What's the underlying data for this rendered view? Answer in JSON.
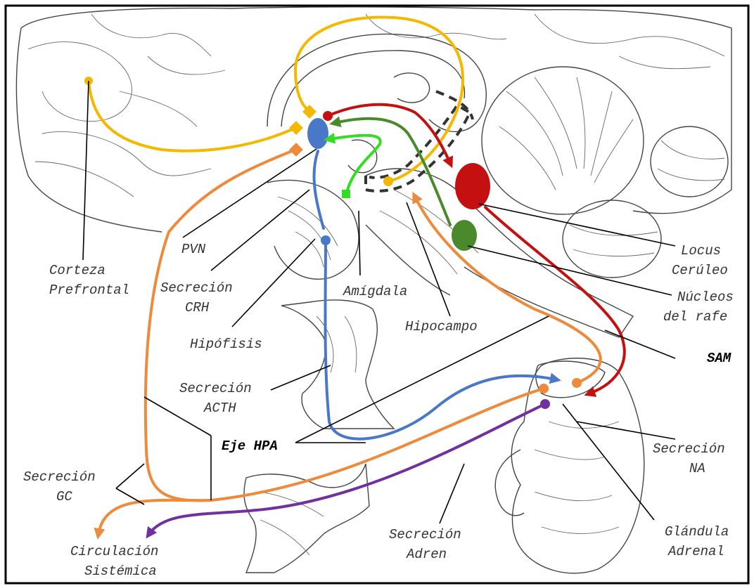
{
  "labels": {
    "corteza_prefrontal": [
      "Corteza",
      "Prefrontal"
    ],
    "pvn": "PVN",
    "secrecion_crh": [
      "Secreción",
      "CRH"
    ],
    "hipofisis": "Hipófisis",
    "amigdala": "Amígdala",
    "hipocampo": "Hipocampo",
    "secrecion_acth": [
      "Secreción",
      "ACTH"
    ],
    "eje_hpa": "Eje HPA",
    "secrecion_gc": [
      "Secreción",
      "GC"
    ],
    "circulacion_sistemica": [
      "Circulación",
      "Sistémica"
    ],
    "secrecion_adren": [
      "Secreción",
      "Adren"
    ],
    "locus_ceruleo": [
      "Locus",
      "Cerúleo"
    ],
    "nucleos_del_rafe": [
      "Núcleos",
      "del rafe"
    ],
    "sam": "SAM",
    "secrecion_na": [
      "Secreción",
      "NA"
    ],
    "glandula_adrenal": [
      "Glándula",
      "Adrenal"
    ]
  },
  "colors": {
    "prefrontal_path": "#f5b800",
    "hippocampus_path": "#f5b800",
    "glucocorticoid_path": "#ee8a3c",
    "hpa_path": "#4a78c8",
    "amygdala_path": "#33dd22",
    "raphe_path": "#4a8a2c",
    "locus_path": "#c41010",
    "adrenaline_path": "#7030a0"
  }
}
